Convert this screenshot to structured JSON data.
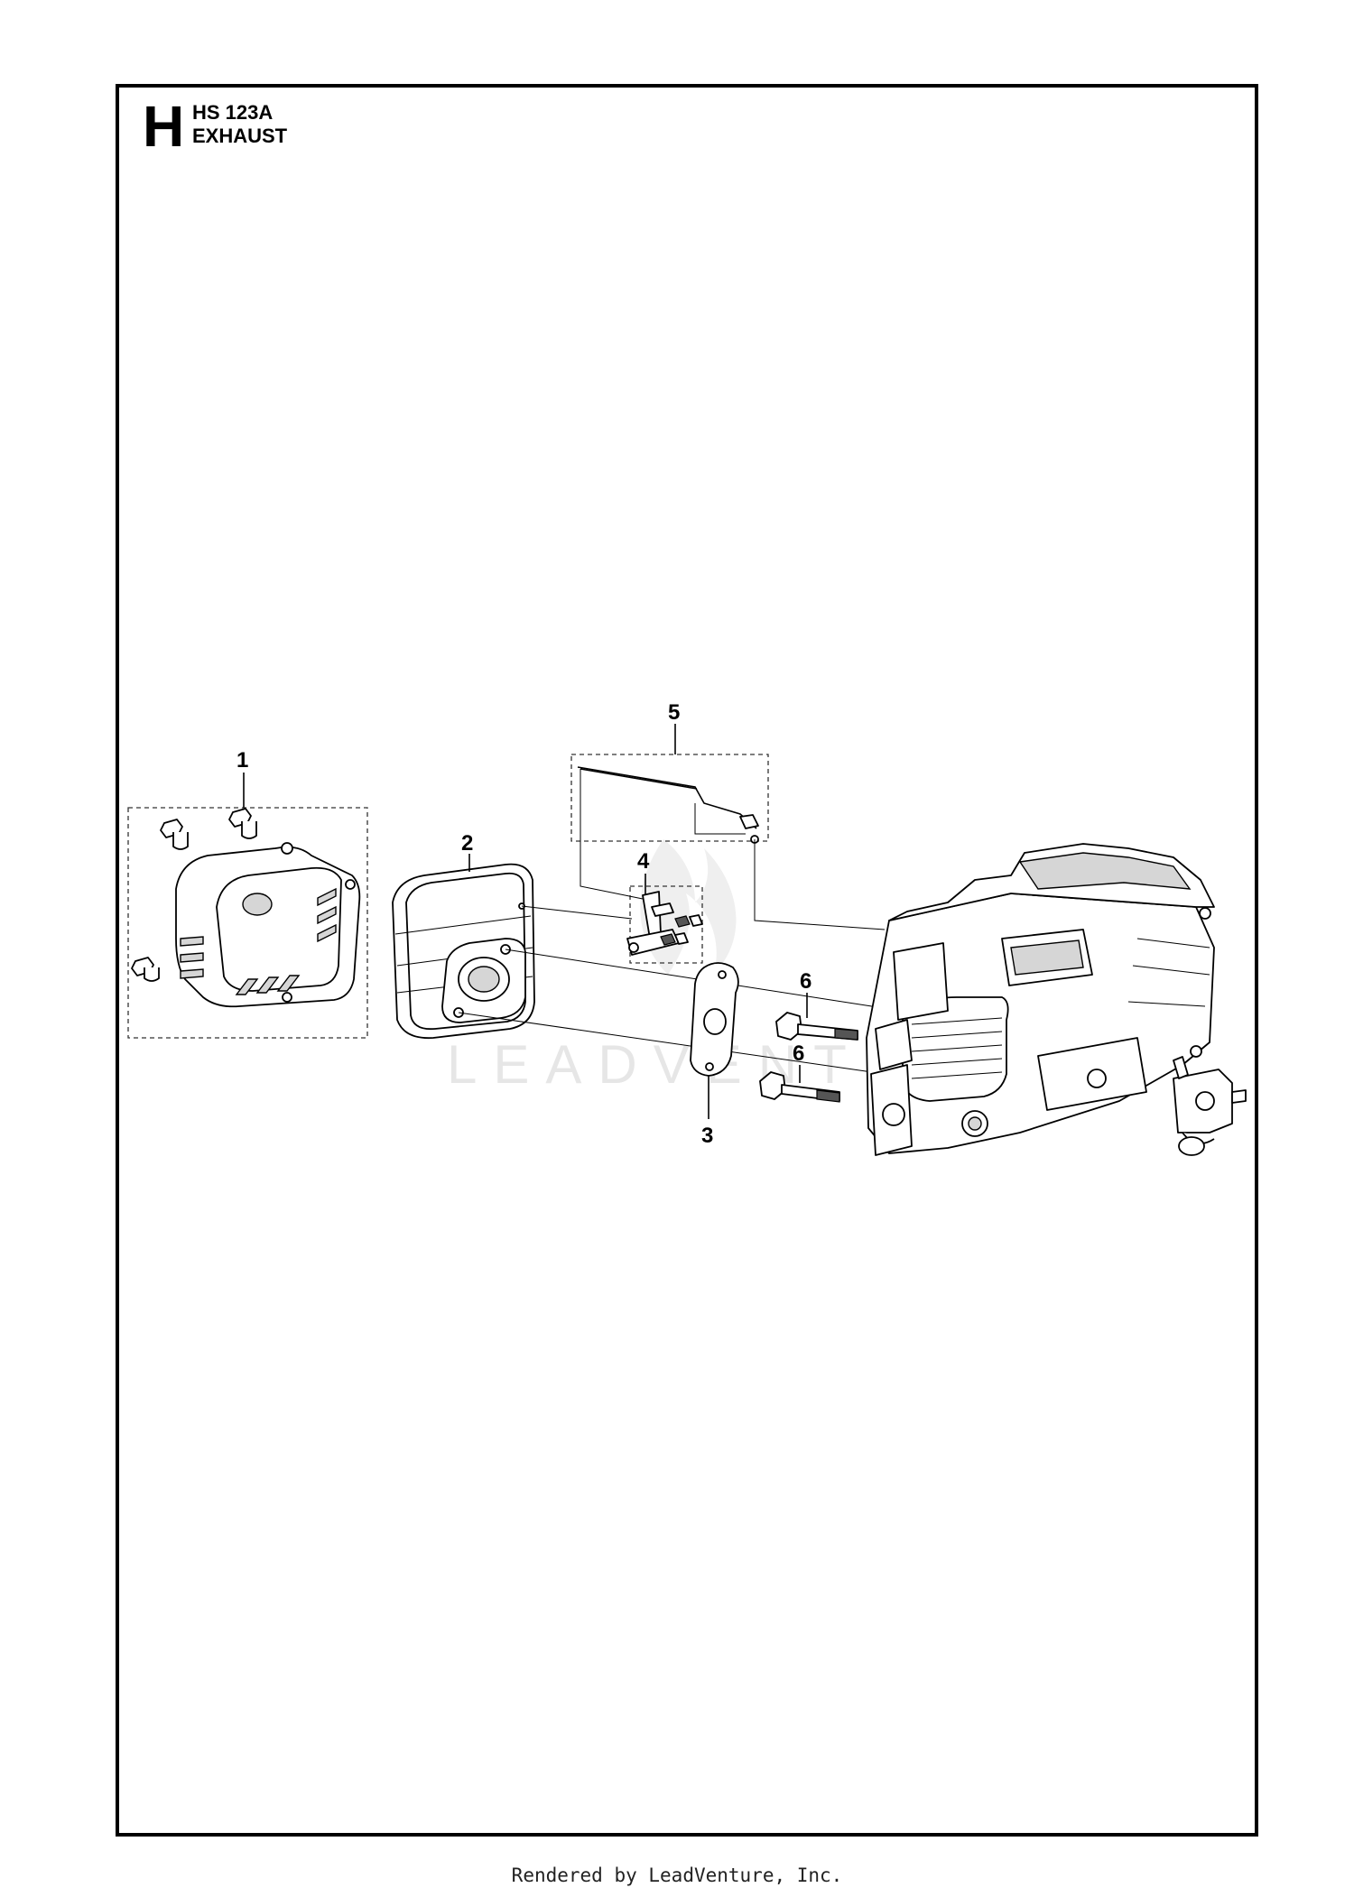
{
  "header": {
    "section_letter": "H",
    "model": "HS 123A",
    "section_title": "EXHAUST"
  },
  "callouts": [
    {
      "id": "1",
      "label": "1"
    },
    {
      "id": "2",
      "label": "2"
    },
    {
      "id": "3",
      "label": "3"
    },
    {
      "id": "4",
      "label": "4"
    },
    {
      "id": "5",
      "label": "5"
    },
    {
      "id": "6a",
      "label": "6"
    },
    {
      "id": "6b",
      "label": "6"
    }
  ],
  "watermark": "LEADVENTURE",
  "footer": "Rendered by LeadVenture, Inc."
}
